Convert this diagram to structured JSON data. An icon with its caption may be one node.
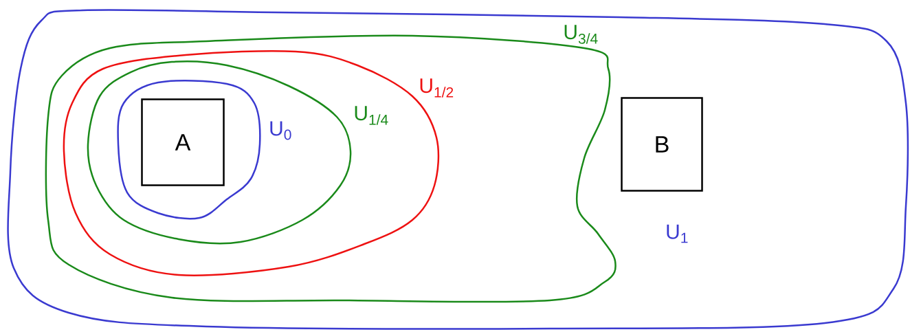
{
  "diagram": {
    "nodes": [
      {
        "text": [
          "U$_{1}$"
        ]
      },
      {
        "text": [
          "U$_{3/4}$"
        ],
        "in": 0
      },
      {
        "text": [
          "U$_{1/2}$"
        ],
        "in": 1
      },
      {
        "text": [
          "U$_{1/4}$"
        ],
        "in": 2
      },
      {
        "text": [
          "U$_{0}$"
        ],
        "in": 3
      },
      {
        "text": [
          "A"
        ],
        "in": 4
      },
      {
        "text": [
          "B"
        ],
        "in": 0
      }
    ]
  }
}
